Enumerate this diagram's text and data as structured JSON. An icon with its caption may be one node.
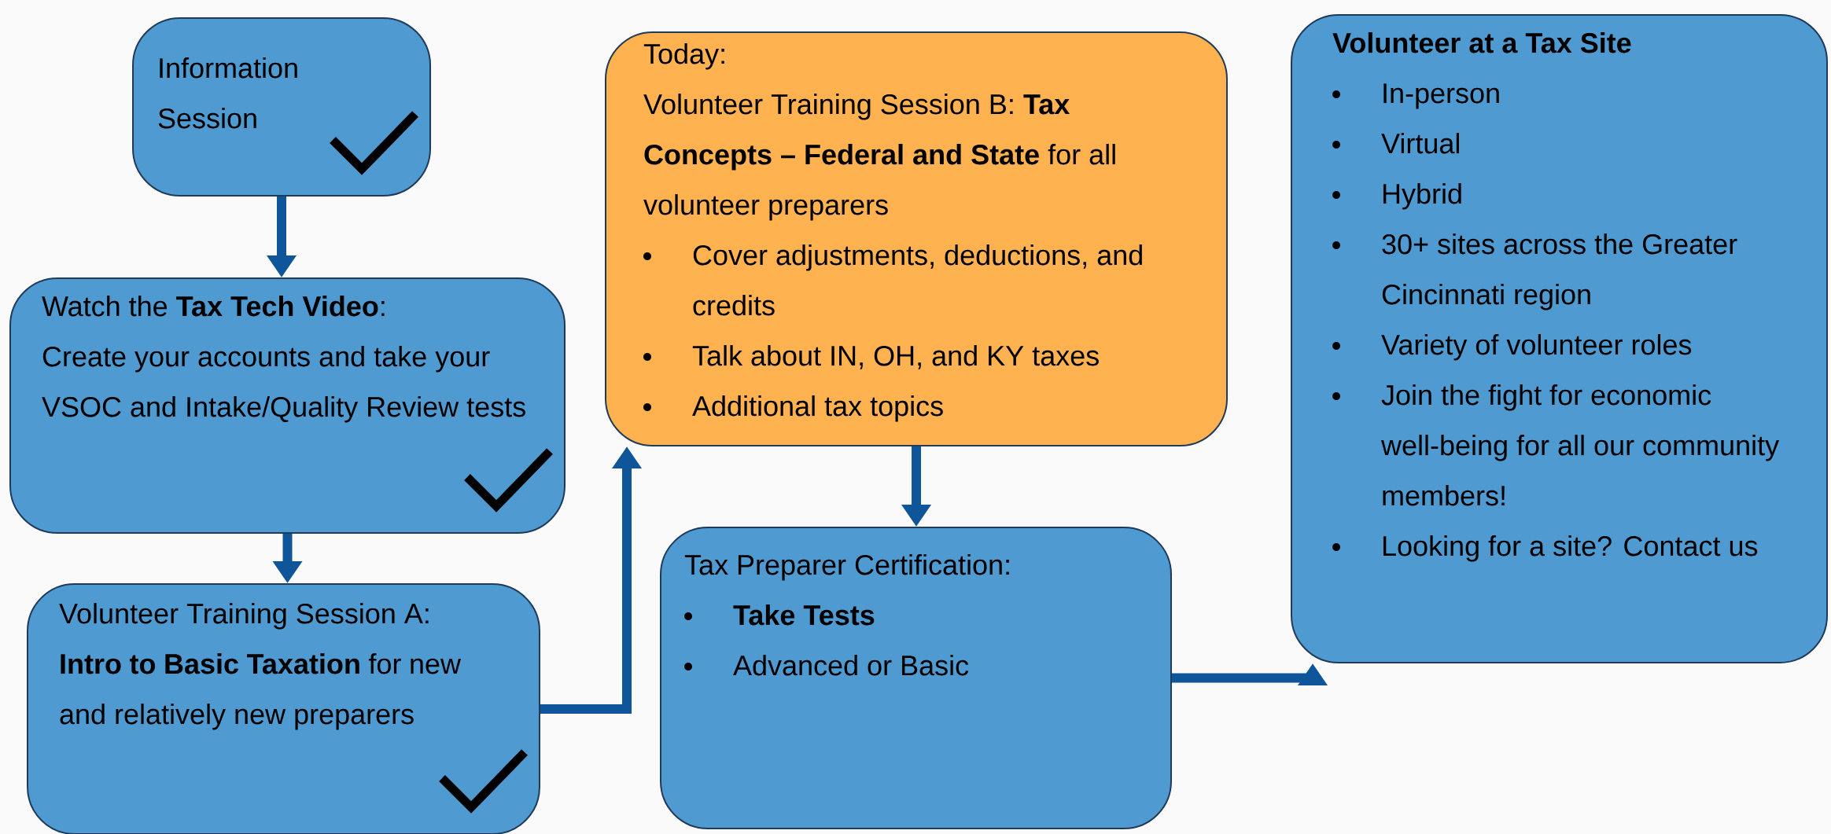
{
  "diagram": {
    "nodes": [
      {
        "text": [
          "Information Session"
        ]
      },
      {
        "text": [
          "Watch the **Tax Tech Video**:",
          "Create your accounts and take your VSOC and Intake/Quality Review tests"
        ]
      },
      {
        "text": [
          "Volunteer Training Session A: **Intro to Basic Taxation** for new and relatively new preparers"
        ]
      },
      {
        "text": [
          "Today:",
          "Volunteer Training Session B: **Tax Concepts – Federal and State** for all volunteer preparers",
          "Cover adjustments, deductions, and credits",
          "Talk about IN, OH, and KY taxes",
          "Additional tax topics"
        ]
      },
      {
        "text": [
          "Tax Preparer Certification:",
          "Take Tests",
          "Advanced or Basic"
        ]
      },
      {
        "text": [
          "Volunteer at a Tax Site",
          "In-person",
          "Virtual",
          "Hybrid",
          "30+ sites across the Greater Cincinnati region",
          "Variety of volunteer roles",
          "Join the fight for economic well-being for all our community members!",
          "Looking for a site? Contact us"
        ]
      }
    ],
    "edges": [
      {
        "from": 0,
        "to": 1,
        "arrow": "to"
      },
      {
        "from": 1,
        "to": 2,
        "arrow": "to"
      },
      {
        "from": 2,
        "to": 3,
        "arrow": "to"
      },
      {
        "from": 3,
        "to": 4,
        "arrow": "to"
      },
      {
        "from": 4,
        "to": 5,
        "arrow": "to"
      }
    ]
  }
}
